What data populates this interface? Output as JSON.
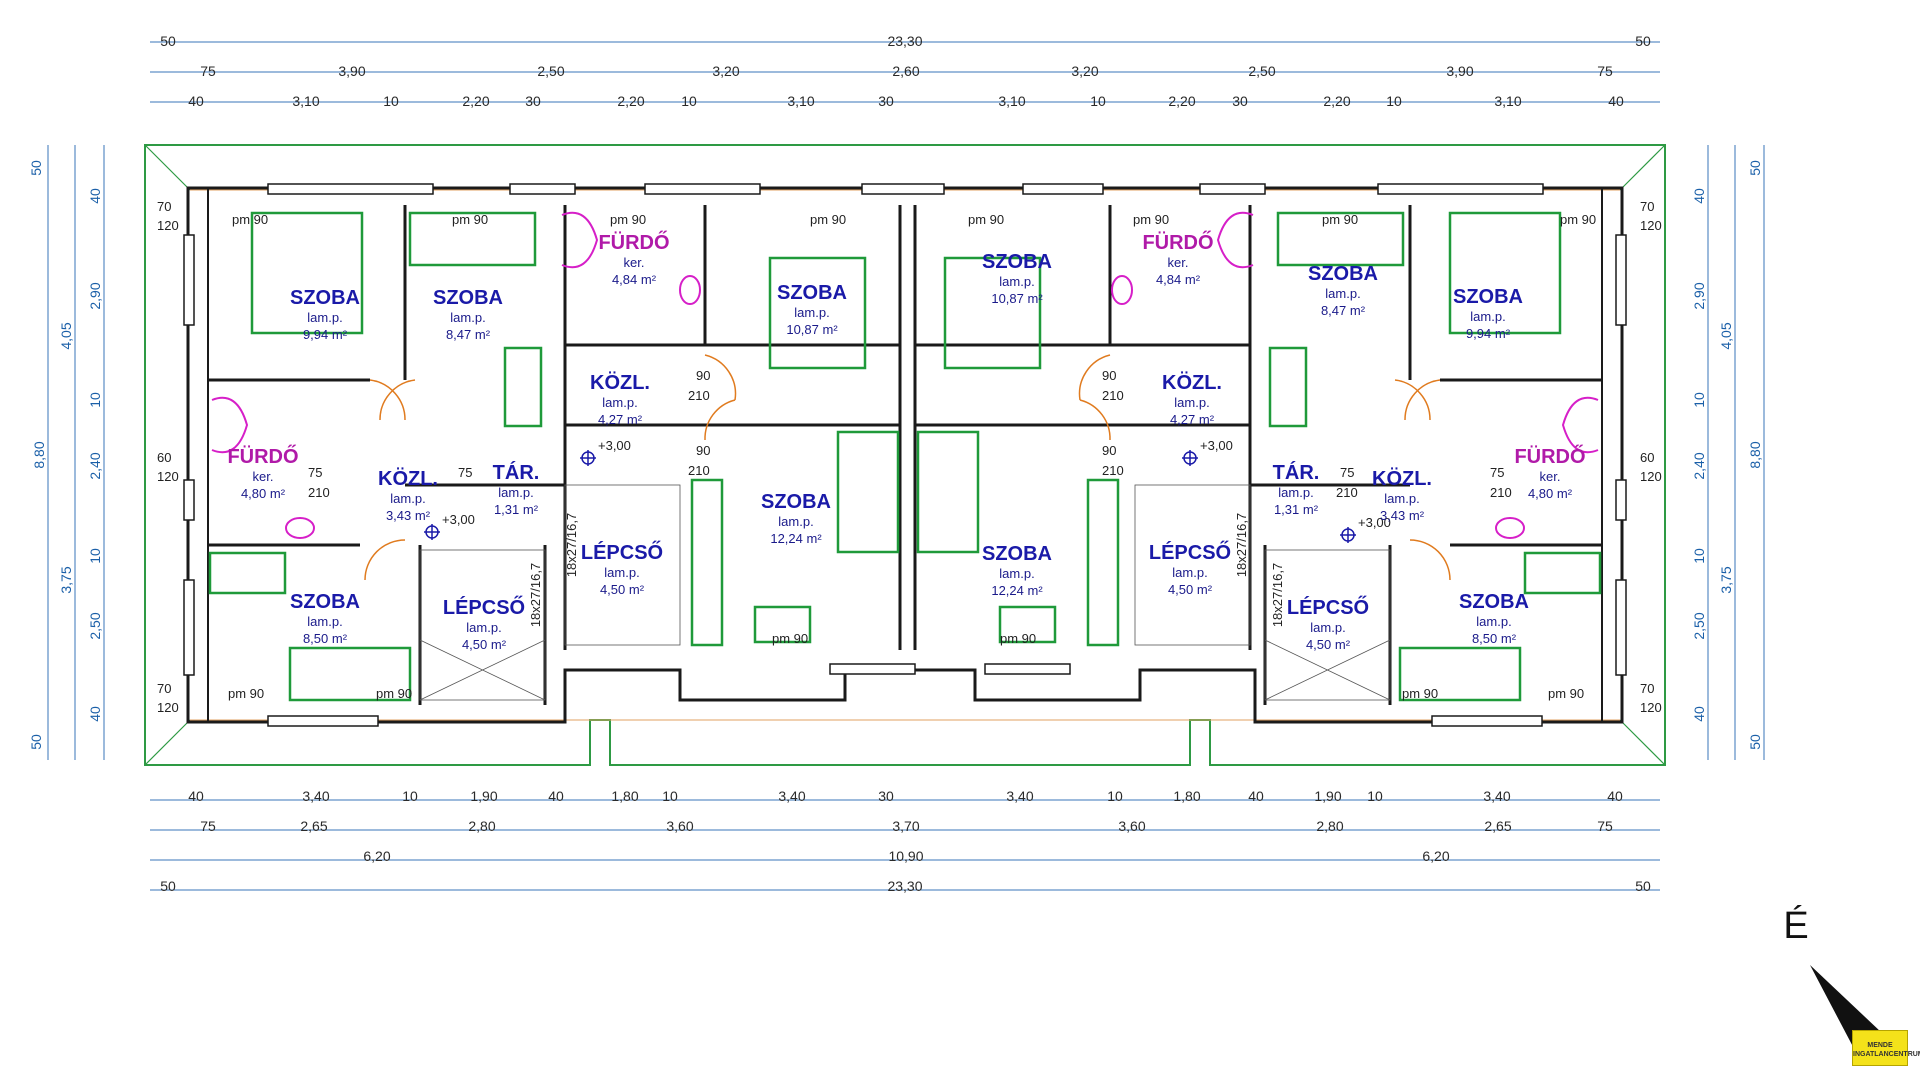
{
  "dims": {
    "top_total": "23,30",
    "top_row2": [
      "75",
      "3,90",
      "2,50",
      "3,20",
      "2,60",
      "3,20",
      "2,50",
      "3,90",
      "75"
    ],
    "top_row3": [
      "40",
      "3,10",
      "10",
      "2,20",
      "30",
      "2,20",
      "10",
      "3,10",
      "30",
      "3,10",
      "10",
      "2,20",
      "30",
      "2,20",
      "10",
      "3,10",
      "40"
    ],
    "edge": "50",
    "bottom_row1": [
      "40",
      "3,40",
      "10",
      "1,90",
      "40",
      "1,80",
      "10",
      "3,40",
      "30",
      "3,40",
      "10",
      "1,80",
      "40",
      "1,90",
      "10",
      "3,40",
      "40"
    ],
    "bottom_row2": [
      "75",
      "2,65",
      "2,80",
      "3,60",
      "3,70",
      "3,60",
      "2,80",
      "2,65",
      "75"
    ],
    "bottom_row3": [
      "6,20",
      "10,90",
      "6,20"
    ],
    "bottom_total": "23,30",
    "left_outer": "8,80",
    "left_mid": [
      "4,05",
      "3,75"
    ],
    "left_inner": [
      "50",
      "40",
      "2,90",
      "10",
      "2,40",
      "10",
      "2,50",
      "40",
      "50"
    ],
    "right_outer": "8,80",
    "right_mid": [
      "4,05",
      "3,75"
    ],
    "right_inner": [
      "50",
      "40",
      "2,90",
      "10",
      "2,40",
      "10",
      "2,50",
      "40",
      "50"
    ]
  },
  "rooms": [
    {
      "name": "SZOBA",
      "sub": "lam.p.",
      "area": "9,94 m²"
    },
    {
      "name": "SZOBA",
      "sub": "lam.p.",
      "area": "8,47 m²"
    },
    {
      "name": "FÜRDŐ",
      "sub": "ker.",
      "area": "4,84 m²"
    },
    {
      "name": "SZOBA",
      "sub": "lam.p.",
      "area": "10,87 m²"
    },
    {
      "name": "SZOBA",
      "sub": "lam.p.",
      "area": "10,87 m²"
    },
    {
      "name": "FÜRDŐ",
      "sub": "ker.",
      "area": "4,84 m²"
    },
    {
      "name": "SZOBA",
      "sub": "lam.p.",
      "area": "8,47 m²"
    },
    {
      "name": "SZOBA",
      "sub": "lam.p.",
      "area": "9,94 m²"
    },
    {
      "name": "FÜRDŐ",
      "sub": "ker.",
      "area": "4,80 m²"
    },
    {
      "name": "KÖZL.",
      "sub": "lam.p.",
      "area": "3,43 m²"
    },
    {
      "name": "TÁR.",
      "sub": "lam.p.",
      "area": "1,31 m²"
    },
    {
      "name": "KÖZL.",
      "sub": "lam.p.",
      "area": "4,27 m²"
    },
    {
      "name": "KÖZL.",
      "sub": "lam.p.",
      "area": "4,27 m²"
    },
    {
      "name": "TÁR.",
      "sub": "lam.p.",
      "area": "1,31 m²"
    },
    {
      "name": "KÖZL.",
      "sub": "lam.p.",
      "area": "3,43 m²"
    },
    {
      "name": "FÜRDŐ",
      "sub": "ker.",
      "area": "4,80 m²"
    },
    {
      "name": "SZOBA",
      "sub": "lam.p.",
      "area": "12,24 m²"
    },
    {
      "name": "SZOBA",
      "sub": "lam.p.",
      "area": "12,24 m²"
    },
    {
      "name": "LÉPCSŐ",
      "sub": "lam.p.",
      "area": "4,50 m²"
    },
    {
      "name": "LÉPCSŐ",
      "sub": "lam.p.",
      "area": "4,50 m²"
    },
    {
      "name": "SZOBA",
      "sub": "lam.p.",
      "area": "8,50 m²"
    },
    {
      "name": "LÉPCSŐ",
      "sub": "lam.p.",
      "area": "4,50 m²"
    },
    {
      "name": "LÉPCSŐ",
      "sub": "lam.p.",
      "area": "4,50 m²"
    },
    {
      "name": "SZOBA",
      "sub": "lam.p.",
      "area": "8,50 m²"
    }
  ],
  "labels": {
    "window": "pm 90",
    "door_w": "90",
    "door_h": "210",
    "door_w2": "75",
    "level": "+3,00",
    "stairs": "18x27/16,7",
    "wall": "120",
    "wall2": "60",
    "wall3": "70",
    "north": "É",
    "logo": "MENDE INGATLANCENTRUM"
  },
  "colors": {
    "wall": "#1a1a1a",
    "furniture": "#1f9a3a",
    "bath": "#d61fc8",
    "dimension": "#1a5fa8",
    "roof": "#2e9a44"
  }
}
